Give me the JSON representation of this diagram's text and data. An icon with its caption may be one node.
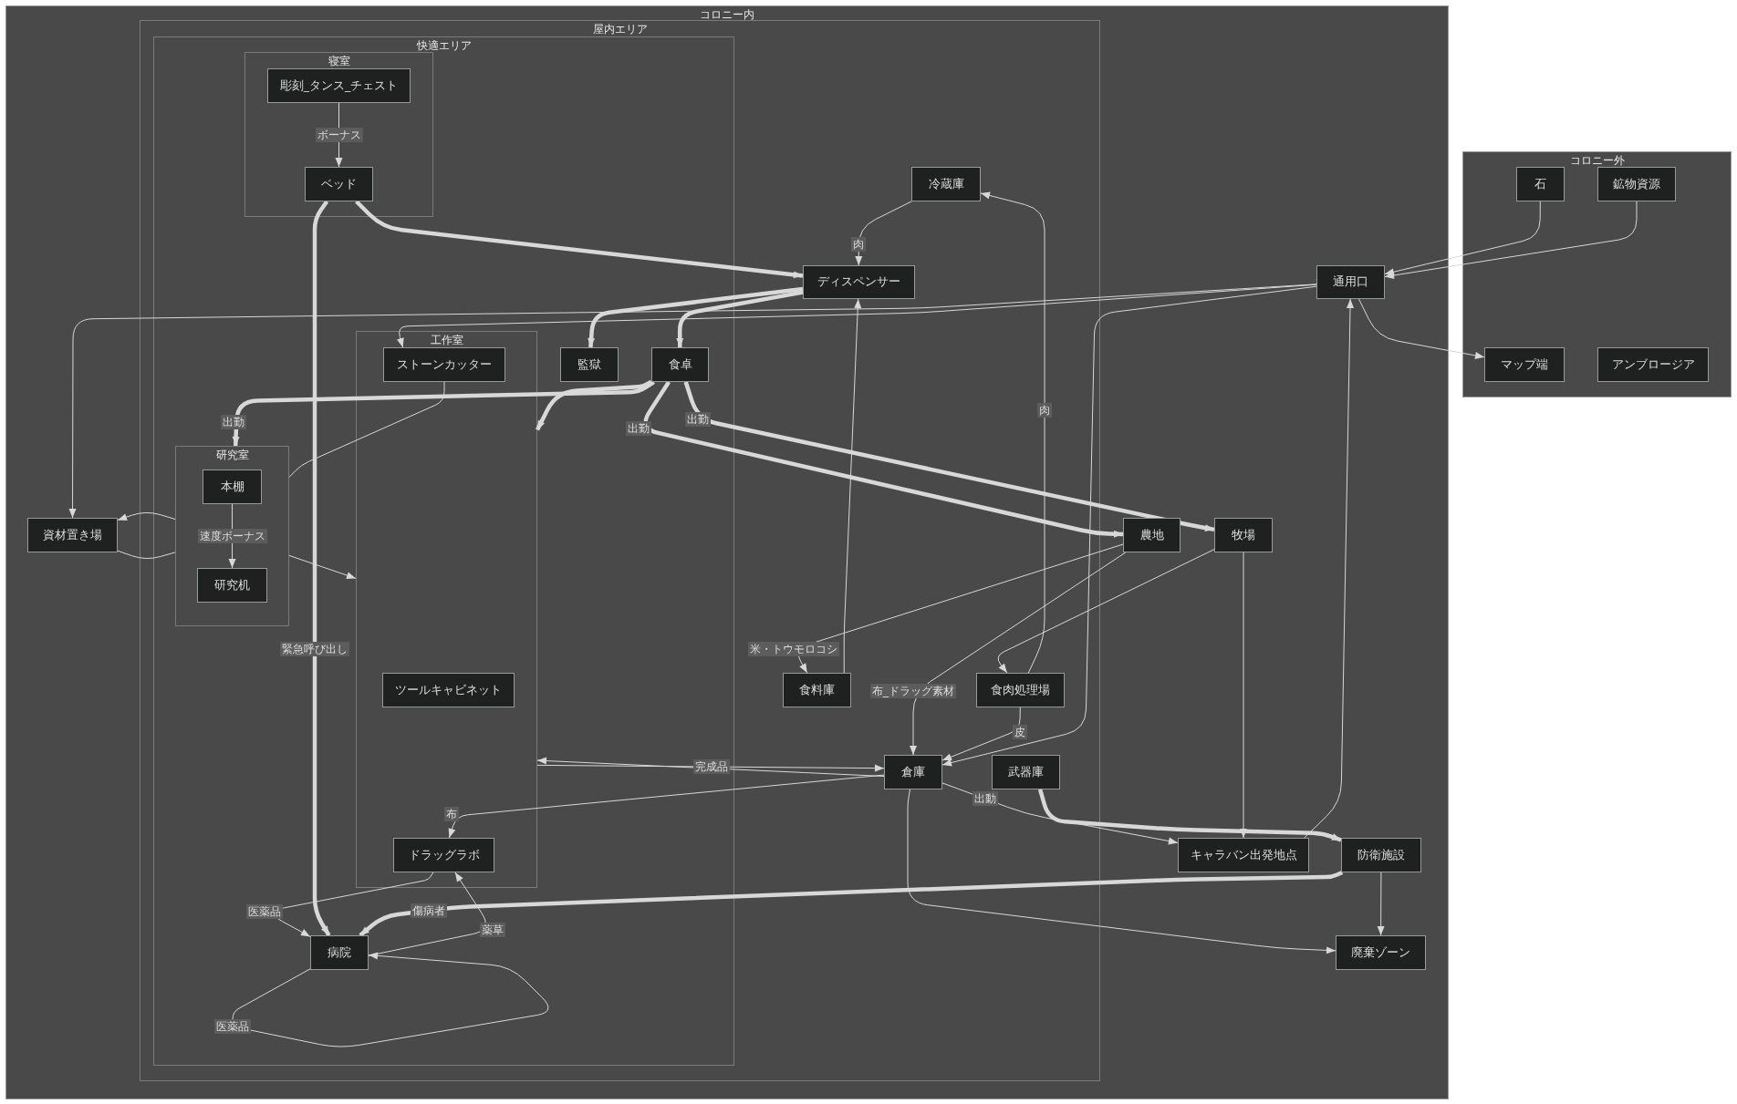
{
  "diagram": {
    "nodes": [
      {
        "text": [
          "コロニー内"
        ]
      },
      {
        "text": [
          "屋内エリア"
        ],
        "in": 0
      },
      {
        "text": [
          "快適エリア"
        ],
        "in": 1
      },
      {
        "text": [
          "寝室"
        ],
        "in": 2
      },
      {
        "text": [
          "彫刻_タンス_チェスト"
        ],
        "in": 3
      },
      {
        "text": [
          "ベッド"
        ],
        "in": 3
      },
      {
        "text": [
          "冷蔵庫"
        ],
        "in": 1
      },
      {
        "text": [
          "ディスペンサー"
        ],
        "in": 1
      },
      {
        "text": [
          "通用口"
        ],
        "in": 0
      },
      {
        "text": [
          "工作室"
        ],
        "in": 2
      },
      {
        "text": [
          "ストーンカッター"
        ],
        "in": 9
      },
      {
        "text": [
          "監獄"
        ],
        "in": 2
      },
      {
        "text": [
          "食卓"
        ],
        "in": 2
      },
      {
        "text": [
          "研究室"
        ],
        "in": 2
      },
      {
        "text": [
          "本棚"
        ],
        "in": 13
      },
      {
        "text": [
          "研究机"
        ],
        "in": 13
      },
      {
        "text": [
          "資材置き場"
        ],
        "in": 0
      },
      {
        "text": [
          "農地"
        ],
        "in": 0
      },
      {
        "text": [
          "牧場"
        ],
        "in": 0
      },
      {
        "text": [
          "ツールキャビネット"
        ],
        "in": 9
      },
      {
        "text": [
          "食料庫"
        ],
        "in": 1
      },
      {
        "text": [
          "食肉処理場"
        ],
        "in": 1
      },
      {
        "text": [
          "倉庫"
        ],
        "in": 1
      },
      {
        "text": [
          "武器庫"
        ],
        "in": 1
      },
      {
        "text": [
          "ドラッグラボ"
        ],
        "in": 9
      },
      {
        "text": [
          "キャラバン出発地点"
        ],
        "in": 0
      },
      {
        "text": [
          "防衛施設"
        ],
        "in": 0
      },
      {
        "text": [
          "病院"
        ],
        "in": 2
      },
      {
        "text": [
          "廃棄ゾーン"
        ],
        "in": 0
      },
      {
        "text": [
          "コロニー外"
        ]
      },
      {
        "text": [
          "石"
        ],
        "in": 29
      },
      {
        "text": [
          "鉱物資源"
        ],
        "in": 29
      },
      {
        "text": [
          "マップ端"
        ],
        "in": 29
      },
      {
        "text": [
          "アンブロージア"
        ],
        "in": 29
      }
    ],
    "edges": [
      {
        "from": 4,
        "to": 5,
        "arrow": "to",
        "label": "ボーナス"
      },
      {
        "from": 5,
        "to": 7,
        "arrow": "to",
        "style": "thick"
      },
      {
        "from": 5,
        "to": 27,
        "arrow": "to",
        "style": "thick",
        "label": "緊急呼び出し"
      },
      {
        "from": 6,
        "to": 7,
        "arrow": "to",
        "label": "肉"
      },
      {
        "from": 21,
        "to": 6,
        "arrow": "to",
        "label": "肉"
      },
      {
        "from": 20,
        "to": 7,
        "arrow": "to"
      },
      {
        "from": 7,
        "to": 11,
        "arrow": "to",
        "style": "thick"
      },
      {
        "from": 7,
        "to": 12,
        "arrow": "to",
        "style": "thick"
      },
      {
        "from": 8,
        "to": 16,
        "arrow": "to"
      },
      {
        "from": 8,
        "to": 10,
        "arrow": "to"
      },
      {
        "from": 12,
        "to": 13,
        "arrow": "to",
        "style": "thick",
        "label": "出勤"
      },
      {
        "from": 12,
        "to": 9,
        "arrow": "to",
        "style": "thick"
      },
      {
        "from": 12,
        "to": 17,
        "arrow": "to",
        "style": "thick",
        "label": "出勤"
      },
      {
        "from": 12,
        "to": 18,
        "arrow": "to",
        "style": "thick",
        "label": "出勤"
      },
      {
        "from": 13,
        "to": 16,
        "arrow": "to"
      },
      {
        "from": 16,
        "to": 13,
        "arrow": "none"
      },
      {
        "from": 10,
        "to": 13,
        "arrow": "none"
      },
      {
        "from": 13,
        "to": 9,
        "arrow": "to"
      },
      {
        "from": 14,
        "to": 15,
        "arrow": "to",
        "label": "速度ボーナス"
      },
      {
        "from": 9,
        "to": 22,
        "arrow": "to",
        "label": "完成品"
      },
      {
        "from": 22,
        "to": 9,
        "arrow": "to"
      },
      {
        "from": 22,
        "to": 24,
        "arrow": "to",
        "label": "布"
      },
      {
        "from": 17,
        "to": 20,
        "arrow": "to",
        "label": "米・トウモロコシ"
      },
      {
        "from": 17,
        "to": 22,
        "arrow": "to",
        "label": "布_ドラッグ素材"
      },
      {
        "from": 18,
        "to": 21,
        "arrow": "to"
      },
      {
        "from": 18,
        "to": 25,
        "arrow": "to"
      },
      {
        "from": 21,
        "to": 22,
        "arrow": "to",
        "label": "皮"
      },
      {
        "from": 8,
        "to": 22,
        "arrow": "to"
      },
      {
        "from": 22,
        "to": 25,
        "arrow": "to",
        "label": "出動"
      },
      {
        "from": 23,
        "to": 26,
        "arrow": "to",
        "style": "thick"
      },
      {
        "from": 26,
        "to": 27,
        "arrow": "to",
        "style": "thick",
        "label": "傷病者"
      },
      {
        "from": 26,
        "to": 28,
        "arrow": "to"
      },
      {
        "from": 22,
        "to": 28,
        "arrow": "to"
      },
      {
        "from": 24,
        "to": 27,
        "arrow": "to",
        "label": "医薬品"
      },
      {
        "from": 27,
        "to": 24,
        "arrow": "to",
        "label": "薬草"
      },
      {
        "from": 27,
        "to": 27,
        "arrow": "to",
        "label": "医薬品"
      },
      {
        "from": 25,
        "to": 8,
        "arrow": "to"
      },
      {
        "from": 30,
        "to": 8,
        "arrow": "to"
      },
      {
        "from": 31,
        "to": 8,
        "arrow": "to"
      },
      {
        "from": 8,
        "to": 32,
        "arrow": "to"
      }
    ]
  }
}
